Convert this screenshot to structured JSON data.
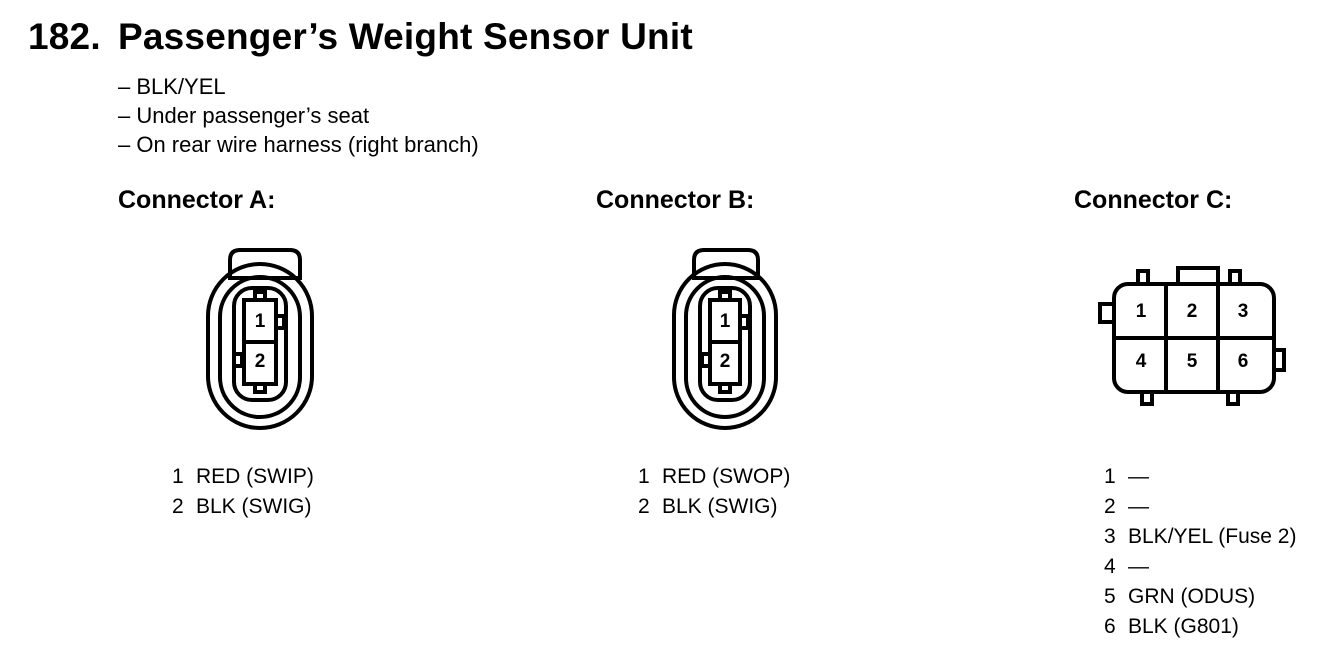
{
  "title": {
    "number": "182.",
    "text": "Passenger’s Weight Sensor Unit"
  },
  "notes": [
    "– BLK/YEL",
    "– Under passenger’s seat",
    "– On rear wire harness (right branch)"
  ],
  "connectors": [
    {
      "title": "Connector A:",
      "cavities": [
        "1",
        "2"
      ],
      "pins": [
        {
          "num": "1",
          "desc": "RED (SWIP)"
        },
        {
          "num": "2",
          "desc": "BLK (SWIG)"
        }
      ]
    },
    {
      "title": "Connector B:",
      "cavities": [
        "1",
        "2"
      ],
      "pins": [
        {
          "num": "1",
          "desc": "RED (SWOP)"
        },
        {
          "num": "2",
          "desc": "BLK (SWIG)"
        }
      ]
    },
    {
      "title": "Connector C:",
      "cavities": [
        "1",
        "2",
        "3",
        "4",
        "5",
        "6"
      ],
      "pins": [
        {
          "num": "1",
          "desc": "—"
        },
        {
          "num": "2",
          "desc": "—"
        },
        {
          "num": "3",
          "desc": "BLK/YEL (Fuse 2)"
        },
        {
          "num": "4",
          "desc": "—"
        },
        {
          "num": "5",
          "desc": "GRN (ODUS)"
        },
        {
          "num": "6",
          "desc": "BLK (G801)"
        }
      ]
    }
  ]
}
